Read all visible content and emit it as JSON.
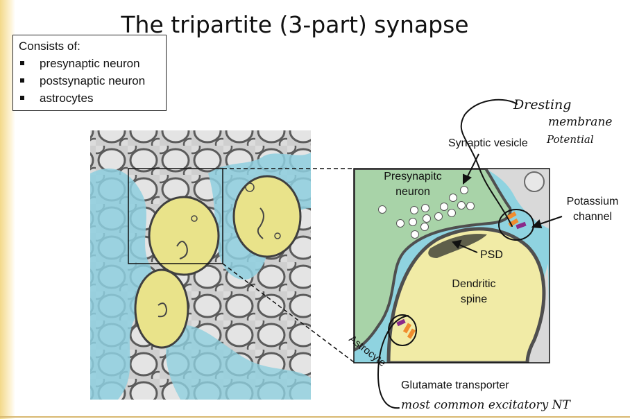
{
  "slide": {
    "title": "The tripartite (3-part) synapse",
    "box": {
      "heading": "Consists of:",
      "items": [
        "presynaptic neuron",
        "postsynaptic neuron",
        "astrocytes"
      ]
    }
  },
  "diagram": {
    "labels": {
      "synaptic_vesicle": "Synaptic vesicle",
      "presynaptic_line1": "Presynapitc",
      "presynaptic_line2": "neuron",
      "potassium_line1": "Potassium",
      "potassium_line2": "channel",
      "psd": "PSD",
      "dendritic_line1": "Dendritic",
      "dendritic_line2": "spine",
      "astrocyte": "Astrocyte",
      "glutamate_transporter": "Glutamate transporter"
    },
    "handwriting": {
      "resting_line1": "Dresting",
      "resting_line2": "membrane",
      "resting_line3": "Potential",
      "excitatory": "most common excitatory NT"
    }
  }
}
